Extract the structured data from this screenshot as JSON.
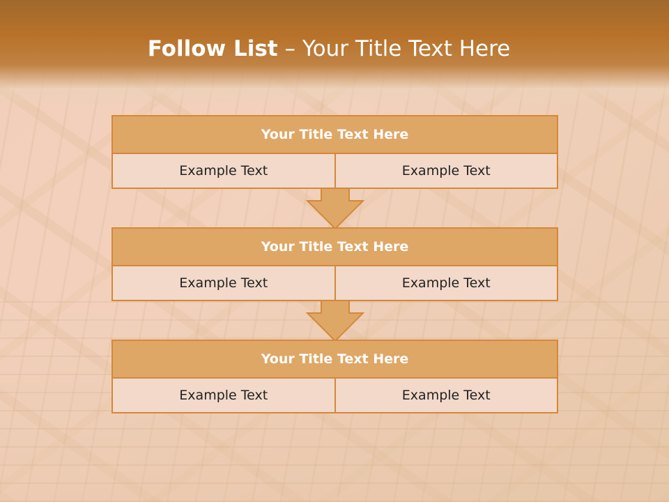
{
  "slide": {
    "title_bold": "Follow List",
    "title_rest": " – Your Title Text Here"
  },
  "blocks": [
    {
      "title": "Your Title Text Here",
      "cells": [
        "Example Text",
        "Example Text"
      ]
    },
    {
      "title": "Your Title Text Here",
      "cells": [
        "Example Text",
        "Example Text"
      ]
    },
    {
      "title": "Your Title Text Here",
      "cells": [
        "Example Text",
        "Example Text"
      ]
    }
  ],
  "colors": {
    "header": "#b8722a",
    "block_title_fill": "#dea766",
    "block_border": "#d4883a",
    "block_cell_fill": "#f2d9ca"
  }
}
